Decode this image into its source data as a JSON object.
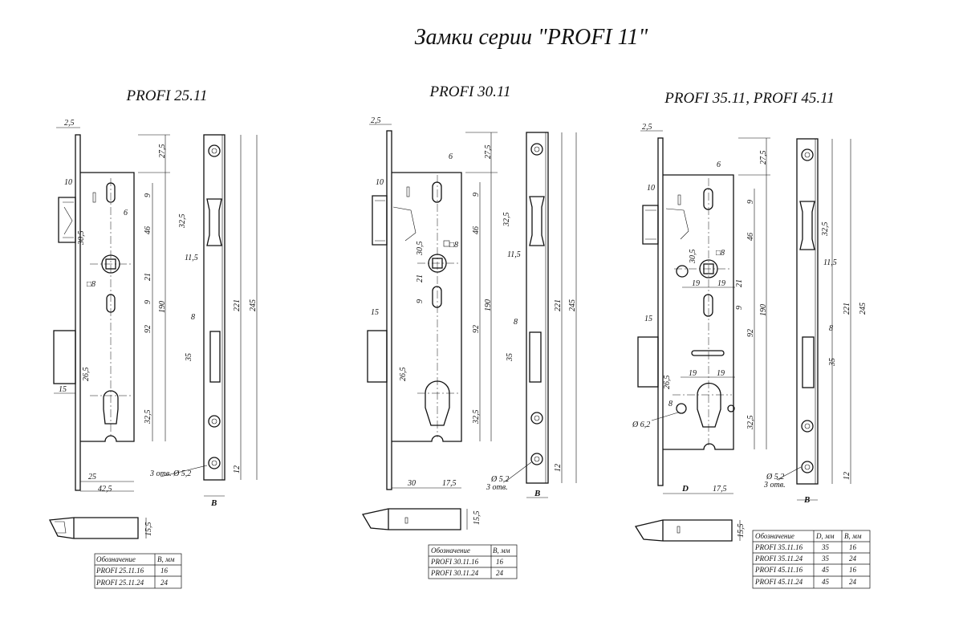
{
  "title": "Замки серии \"PROFI 11\"",
  "models": [
    {
      "name": "PROFI 25.11",
      "labels": {
        "backset": "25",
        "faceplate_width": "42,5",
        "forend_thickness": "2,5",
        "latch": "10",
        "latch_to_spindle": "30,5",
        "spindle_square": "□8",
        "slot_width": "6",
        "slot_height": "9",
        "spindle_to_slot": "46",
        "spindle_to_lower_slot": "21",
        "lower_slot_height": "9",
        "spindle_to_cylinder": "92",
        "cylinder_offset": "26,5",
        "cylinder_height": "32,5",
        "bolt_width": "15",
        "case_height": "190",
        "top_offset": "27,5",
        "strike_height": "221",
        "total_height": "245",
        "bottom_offset": "12",
        "strike_latch": "32,5",
        "strike_latch_offset": "11,5",
        "strike_bolt_width": "8",
        "strike_bolt_height": "35",
        "holes": "3 отв. Ø 5,2",
        "B": "B",
        "depth": "15,5"
      },
      "table": {
        "headers": [
          "Обозначение",
          "B, мм"
        ],
        "rows": [
          [
            "PROFI 25.11.16",
            "16"
          ],
          [
            "PROFI 25.11.24",
            "24"
          ]
        ]
      }
    },
    {
      "name": "PROFI 30.11",
      "labels": {
        "backset": "30",
        "offset": "17,5",
        "forend_thickness": "2,5",
        "latch": "10",
        "latch_to_spindle": "30,5",
        "spindle_square": "□8",
        "slot_width": "6",
        "slot_height": "9",
        "spindle_to_slot": "46",
        "spindle_to_lower_slot": "21",
        "lower_slot_height": "9",
        "spindle_to_cylinder": "92",
        "cylinder_offset": "26,5",
        "cylinder_height": "32,5",
        "bolt_width": "15",
        "case_height": "190",
        "top_offset": "27,5",
        "strike_height": "221",
        "total_height": "245",
        "bottom_offset": "12",
        "strike_latch": "32,5",
        "strike_latch_offset": "11,5",
        "strike_bolt_width": "8",
        "strike_bolt_height": "35",
        "holes_dia": "Ø 5,2",
        "holes_count": "3 отв.",
        "B": "B",
        "depth": "15,5"
      },
      "table": {
        "headers": [
          "Обозначение",
          "B, мм"
        ],
        "rows": [
          [
            "PROFI 30.11.16",
            "16"
          ],
          [
            "PROFI 30.11.24",
            "24"
          ]
        ]
      }
    },
    {
      "name": "PROFI 35.11,   PROFI 45.11",
      "labels": {
        "backset": "D",
        "offset": "17,5",
        "forend_thickness": "2,5",
        "latch": "10",
        "latch_to_spindle": "30,5",
        "spindle_square": "□8",
        "slot_width": "6",
        "slot_height": "9",
        "spindle_to_slot": "46",
        "spindle_to_lower_slot": "21",
        "lower_slot_height": "9",
        "hole_spacing_1": "19",
        "hole_spacing_2": "19",
        "cyl_spacing_1": "19",
        "cyl_spacing_2": "19",
        "spindle_to_cylinder": "92",
        "cylinder_offset": "26,5",
        "cylinder_height": "32,5",
        "screw_hole": "Ø 6,2",
        "screw_hole_offset": "8",
        "bolt_width": "15",
        "case_height": "190",
        "top_offset": "27,5",
        "strike_height": "221",
        "total_height": "245",
        "bottom_offset": "12",
        "strike_latch": "32,5",
        "strike_latch_offset": "11,5",
        "strike_bolt_width": "8",
        "strike_bolt_height": "35",
        "holes_dia": "Ø 5,2",
        "holes_count": "3 отв.",
        "B": "B",
        "depth": "15,5"
      },
      "table": {
        "headers": [
          "Обозначение",
          "D, мм",
          "B, мм"
        ],
        "rows": [
          [
            "PROFI 35.11.16",
            "35",
            "16"
          ],
          [
            "PROFI 35.11.24",
            "35",
            "24"
          ],
          [
            "PROFI 45.11.16",
            "45",
            "16"
          ],
          [
            "PROFI 45.11.24",
            "45",
            "24"
          ]
        ]
      }
    }
  ]
}
